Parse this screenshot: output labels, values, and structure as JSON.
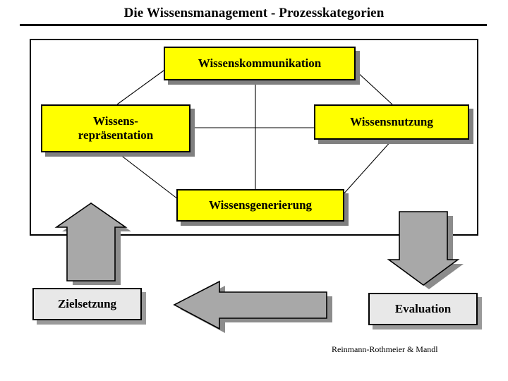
{
  "title": "Die Wissensmanagement - Prozesskategorien",
  "credit": "Reinmann-Rothmeier & Mandl",
  "boxes": {
    "kommunikation": "Wissenskommunikation",
    "repraesentation_line1": "Wissens-",
    "repraesentation_line2": "repräsentation",
    "nutzung": "Wissensnutzung",
    "generierung": "Wissensgenerierung",
    "zielsetzung": "Zielsetzung",
    "evaluation": "Evaluation"
  },
  "arrows": {
    "up_arrow": "arrow-up",
    "down_arrow": "arrow-down",
    "left_arrow": "arrow-left"
  },
  "colors": {
    "process_box_fill": "#ffff00",
    "process_box_border": "#000000",
    "process_box_shadow": "#808080",
    "label_box_fill": "#e8e8e8",
    "label_box_shadow": "#9a9a9a",
    "arrow_fill": "#a8a8a8",
    "arrow_shadow": "#8c8c8c",
    "arrow_border": "#000000",
    "line": "#000000",
    "text": "#000000",
    "background": "#ffffff"
  },
  "chart_data": {
    "type": "diagram",
    "title": "Die Wissensmanagement - Prozesskategorien",
    "nodes": [
      {
        "id": "kommunikation",
        "label": "Wissenskommunikation",
        "position": "top"
      },
      {
        "id": "repraesentation",
        "label": "Wissensrepräsentation",
        "position": "left"
      },
      {
        "id": "nutzung",
        "label": "Wissensnutzung",
        "position": "right"
      },
      {
        "id": "generierung",
        "label": "Wissensgenerierung",
        "position": "bottom"
      },
      {
        "id": "zielsetzung",
        "label": "Zielsetzung",
        "position": "outer-bottom-left"
      },
      {
        "id": "evaluation",
        "label": "Evaluation",
        "position": "outer-bottom-right"
      }
    ],
    "edges": [
      {
        "from": "kommunikation",
        "to": "repraesentation",
        "style": "line"
      },
      {
        "from": "kommunikation",
        "to": "nutzung",
        "style": "line"
      },
      {
        "from": "kommunikation",
        "to": "generierung",
        "style": "line"
      },
      {
        "from": "repraesentation",
        "to": "nutzung",
        "style": "line"
      },
      {
        "from": "repraesentation",
        "to": "generierung",
        "style": "line"
      },
      {
        "from": "nutzung",
        "to": "generierung",
        "style": "line"
      },
      {
        "from": "zielsetzung",
        "to": "core",
        "style": "block-arrow-up"
      },
      {
        "from": "core",
        "to": "evaluation",
        "style": "block-arrow-down"
      },
      {
        "from": "evaluation",
        "to": "zielsetzung",
        "style": "block-arrow-left"
      }
    ],
    "annotations": [
      "Reinmann-Rothmeier & Mandl"
    ]
  }
}
